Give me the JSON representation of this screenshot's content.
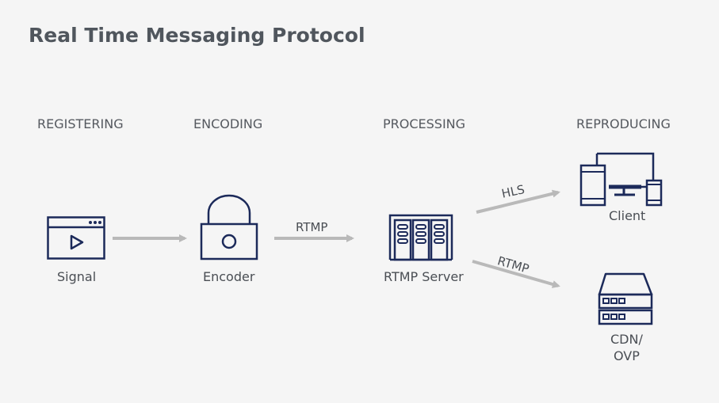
{
  "title": "Real Time Messaging Protocol",
  "stages": {
    "registering": "REGISTERING",
    "encoding": "ENCODING",
    "processing": "PROCESSING",
    "reproducing": "REPRODUCING"
  },
  "nodes": {
    "signal": "Signal",
    "encoder": "Encoder",
    "rtmp_server": "RTMP Server",
    "client": "Client",
    "cdn_line1": "CDN/",
    "cdn_line2": "OVP"
  },
  "arrows": {
    "encoder_to_server": "RTMP",
    "server_to_client": "HLS",
    "server_to_cdn": "RTMP"
  },
  "colors": {
    "icon_stroke": "#1c2a5a",
    "arrow": "#b9b9b9",
    "background": "#f5f5f5"
  },
  "icons": [
    "video-player-icon",
    "lock-icon",
    "server-rack-icon",
    "multi-device-icon",
    "storage-server-icon"
  ]
}
